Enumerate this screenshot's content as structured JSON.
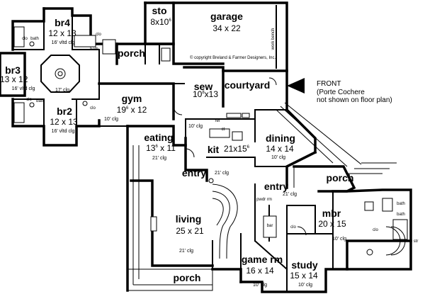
{
  "plan": {
    "rooms": {
      "sto": {
        "name": "sto",
        "dim_main": "8x10",
        "dim_sup": "6"
      },
      "garage": {
        "name": "garage",
        "dim": "34 x 22"
      },
      "br4": {
        "name": "br4",
        "dim": "12 x 13",
        "clg": "16' vltd clg"
      },
      "br3": {
        "name": "br3",
        "dim": "13 x 12",
        "clg": "16' vltd clg"
      },
      "br2": {
        "name": "br2",
        "dim": "12 x 13",
        "clg": "16' vltd clg"
      },
      "porch_north": {
        "name": "porch"
      },
      "sew": {
        "name": "sew",
        "dim_a": "10",
        "dim_sup": "8",
        "dim_b": "x13"
      },
      "courtyard": {
        "name": "courtyard"
      },
      "gym": {
        "name": "gym",
        "dim_a": "19",
        "dim_sup": "6",
        "dim_b": " x 12",
        "clg": "10' clg"
      },
      "eating": {
        "name": "eating",
        "dim_a": "13",
        "dim_sup": "6",
        "dim_b": " x 11",
        "clg": "21' clg"
      },
      "kit": {
        "name": "kit",
        "dim_a": "21x15",
        "dim_sup": "6",
        "clg": "10' clg"
      },
      "dining": {
        "name": "dining",
        "dim": "14 x 14",
        "clg": "10' clg"
      },
      "entry_main": {
        "name": "entry",
        "clg": "21' clg"
      },
      "entry_side": {
        "name": "entry",
        "clg": "21' clg"
      },
      "porch_east": {
        "name": "porch"
      },
      "living": {
        "name": "living",
        "dim": "25 x 21",
        "clg": "21' clg"
      },
      "mbr": {
        "name": "mbr",
        "dim": "20 x 15",
        "clg": "10' clg"
      },
      "game_rm": {
        "name": "game rm",
        "dim": "16 x 14",
        "clg": "10' clg"
      },
      "study": {
        "name": "study",
        "dim": "15 x 14",
        "clg": "10' clg"
      },
      "porch_south": {
        "name": "porch"
      }
    },
    "small_labels": {
      "clo": "clo",
      "bath": "bath",
      "work_bench": "work bench",
      "vault_clg": "17' clg",
      "ref": "ref",
      "pwdr_rm": "pwdr rm",
      "bar": "bar",
      "str": "str",
      "ct": "ct"
    },
    "copyright": "© copyright Breland & Farmer Designers, Inc.",
    "front_note": {
      "line1": "FRONT",
      "line2": "(Porte Cochere",
      "line3": "not shown on floor plan)"
    }
  }
}
